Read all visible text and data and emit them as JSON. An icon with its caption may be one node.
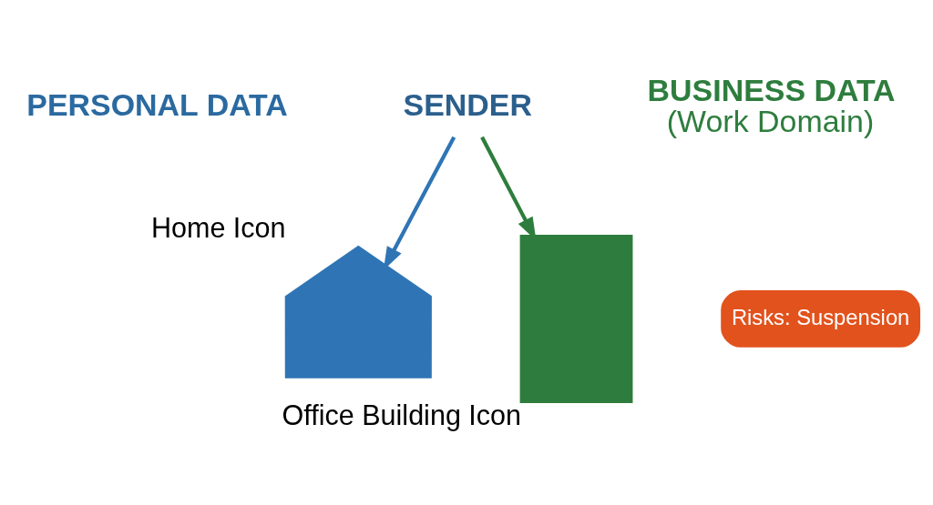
{
  "diagram": {
    "nodes": [
      {
        "text": [
          "SENDER"
        ]
      },
      {
        "text": [
          "PERSONAL DATA"
        ]
      },
      {
        "text": [
          "BUSINESS DATA",
          "(Work Domain)"
        ]
      },
      {
        "text": [],
        "shape": "house",
        "beside": [
          "Home Icon"
        ]
      },
      {
        "text": [],
        "shape": "building",
        "beside": [
          "Office Building Icon"
        ]
      },
      {
        "text": [
          "Risks: Suspension"
        ]
      }
    ],
    "edges": [
      {
        "from": 0,
        "to": 3,
        "arrow": "to",
        "color": "#2f75b5"
      },
      {
        "from": 0,
        "to": 4,
        "arrow": "to",
        "color": "#2e7d3e"
      }
    ]
  }
}
